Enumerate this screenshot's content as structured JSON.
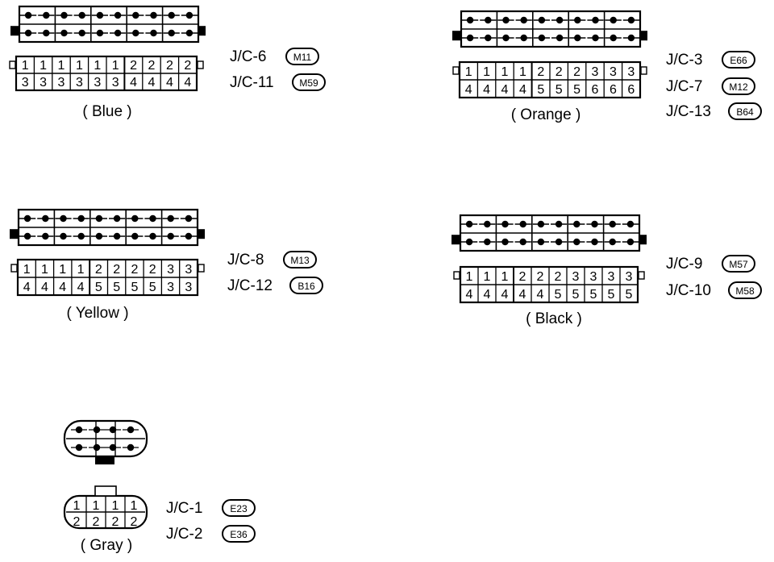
{
  "connectors": [
    {
      "id": "blue",
      "color_label": "( Blue )",
      "top_rows": [
        [
          "1",
          "1",
          "1",
          "1",
          "1",
          "1",
          "2",
          "2",
          "2",
          "2"
        ],
        [
          "3",
          "3",
          "3",
          "3",
          "3",
          "3",
          "4",
          "4",
          "4",
          "4"
        ]
      ],
      "refs": [
        {
          "name": "J/C-6",
          "code": "M11"
        },
        {
          "name": "J/C-11",
          "code": "M59"
        }
      ]
    },
    {
      "id": "orange",
      "color_label": "( Orange )",
      "top_rows": [
        [
          "1",
          "1",
          "1",
          "1",
          "2",
          "2",
          "2",
          "3",
          "3",
          "3"
        ],
        [
          "4",
          "4",
          "4",
          "4",
          "5",
          "5",
          "5",
          "6",
          "6",
          "6"
        ]
      ],
      "refs": [
        {
          "name": "J/C-3",
          "code": "E66"
        },
        {
          "name": "J/C-7",
          "code": "M12"
        },
        {
          "name": "J/C-13",
          "code": "B64"
        }
      ]
    },
    {
      "id": "yellow",
      "color_label": "( Yellow )",
      "top_rows": [
        [
          "1",
          "1",
          "1",
          "1",
          "2",
          "2",
          "2",
          "2",
          "3",
          "3"
        ],
        [
          "4",
          "4",
          "4",
          "4",
          "5",
          "5",
          "5",
          "5",
          "3",
          "3"
        ]
      ],
      "refs": [
        {
          "name": "J/C-8",
          "code": "M13"
        },
        {
          "name": "J/C-12",
          "code": "B16"
        }
      ]
    },
    {
      "id": "black",
      "color_label": "( Black )",
      "top_rows": [
        [
          "1",
          "1",
          "1",
          "2",
          "2",
          "2",
          "3",
          "3",
          "3",
          "3"
        ],
        [
          "4",
          "4",
          "4",
          "4",
          "4",
          "5",
          "5",
          "5",
          "5",
          "5"
        ]
      ],
      "refs": [
        {
          "name": "J/C-9",
          "code": "M57"
        },
        {
          "name": "J/C-10",
          "code": "M58"
        }
      ]
    },
    {
      "id": "gray",
      "color_label": "( Gray )",
      "top_rows": [
        [
          "1",
          "1",
          "1",
          "1"
        ],
        [
          "2",
          "2",
          "2",
          "2"
        ]
      ],
      "refs": [
        {
          "name": "J/C-1",
          "code": "E23"
        },
        {
          "name": "J/C-2",
          "code": "E36"
        }
      ]
    }
  ]
}
